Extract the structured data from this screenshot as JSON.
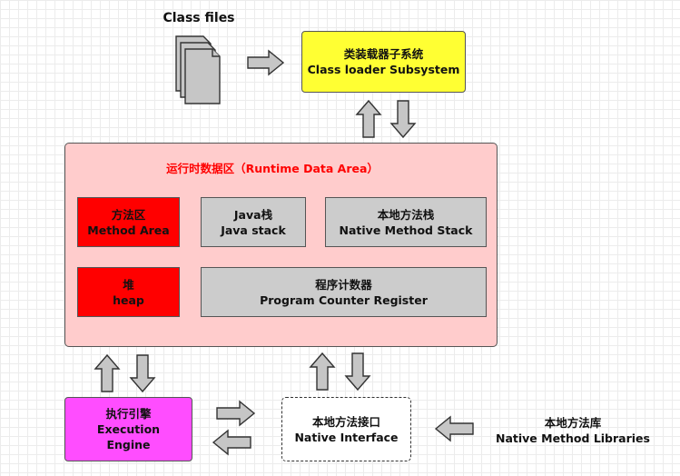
{
  "class_files": {
    "label": "Class files"
  },
  "class_loader": {
    "line1": "类装载器子系统",
    "line2": "Class loader Subsystem"
  },
  "runtime_area": {
    "title": "运行时数据区（Runtime Data Area）",
    "method_area": {
      "line1": "方法区",
      "line2": "Method Area"
    },
    "java_stack": {
      "line1": "Java栈",
      "line2": "Java stack"
    },
    "native_method_stack": {
      "line1": "本地方法栈",
      "line2": "Native Method Stack"
    },
    "heap": {
      "line1": "堆",
      "line2": "heap"
    },
    "program_counter": {
      "line1": "程序计数器",
      "line2": "Program Counter Register"
    }
  },
  "execution_engine": {
    "line1": "执行引擎",
    "line2": "Execution",
    "line3": "Engine"
  },
  "native_interface": {
    "line1": "本地方法接口",
    "line2": "Native Interface"
  },
  "native_libraries": {
    "line1": "本地方法库",
    "line2": "Native Method Libraries"
  },
  "colors": {
    "class_loader": "#ffff33",
    "runtime_area": "#ffcccc",
    "method_area_heap": "#ff0000",
    "gray_boxes": "#cccccc",
    "execution_engine": "#ff4dff",
    "file_icon": "#ff00ff",
    "area_title": "#ff0000"
  },
  "icons": {
    "class_files": "document-stack-icon",
    "arrows": "block-arrow-icon"
  }
}
